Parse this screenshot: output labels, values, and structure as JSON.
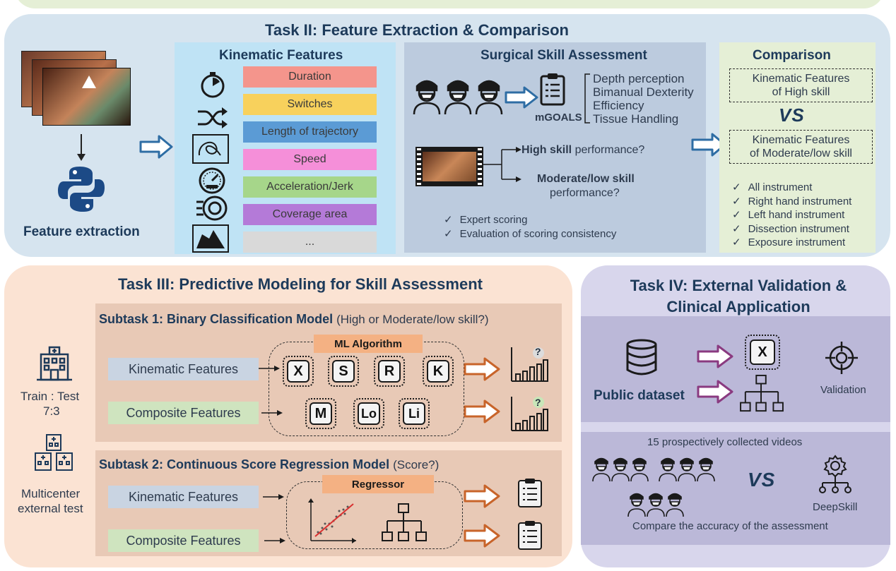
{
  "task2": {
    "title": "Task II: Feature Extraction & Comparison",
    "feature_extraction_label": "Feature extraction",
    "kinematic": {
      "title": "Kinematic Features",
      "features": [
        {
          "label": "Duration",
          "color": "#f4958c"
        },
        {
          "label": "Switches",
          "color": "#f8d15c"
        },
        {
          "label": "Length of trajectory",
          "color": "#5b9bd5"
        },
        {
          "label": "Speed",
          "color": "#f58fd9"
        },
        {
          "label": "Acceleration/Jerk",
          "color": "#a6d68a"
        },
        {
          "label": "Coverage area",
          "color": "#b47ad8"
        },
        {
          "label": "...",
          "color": "#d9d9d9"
        }
      ]
    },
    "assessment": {
      "title": "Surgical Skill Assessment",
      "tool_label": "mGOALS",
      "criteria": [
        "Depth perception",
        "Bimanual Dexterity",
        "Efficiency",
        "Tissue Handling"
      ],
      "high_bold": "High skill",
      "high_rest": " performance?",
      "mod_line1": "Moderate/low skill",
      "mod_line2": "performance?",
      "checks": [
        "Expert scoring",
        "Evaluation of scoring consistency"
      ]
    },
    "comparison": {
      "title": "Comparison",
      "high_box_line1": "Kinematic Features",
      "high_box_line2": "of High skill",
      "vs": "VS",
      "mod_box_line1": "Kinematic Features",
      "mod_box_line2": "of Moderate/low skill",
      "checks": [
        "All instrument",
        "Right hand instrument",
        "Left hand instrument",
        "Dissection instrument",
        "Exposure instrument"
      ]
    }
  },
  "task3": {
    "title": "Task III: Predictive Modeling for Skill Assessment",
    "train_test_line1": "Train : Test",
    "train_test_line2": "7:3",
    "multicenter_line1": "Multicenter",
    "multicenter_line2": "external test",
    "subtask1": {
      "title_bold": "Subtask 1: Binary Classification Model",
      "title_rest": "(High or Moderate/low skill?)",
      "algo_label": "ML Algorithm",
      "kinematic_label": "Kinematic Features",
      "composite_label": "Composite Features",
      "chips_row1": [
        "X",
        "S",
        "R",
        "K"
      ],
      "chips_row2": [
        "M",
        "Lo",
        "Li"
      ],
      "question_mark": "?"
    },
    "subtask2": {
      "title_bold": "Subtask 2: Continuous Score Regression Model",
      "title_rest": "(Score?)",
      "regressor_label": "Regressor",
      "kinematic_label": "Kinematic Features",
      "composite_label": "Composite Features"
    }
  },
  "task4": {
    "title_line1": "Task IV: External Validation &",
    "title_line2": "Clinical Application",
    "public_dataset": "Public dataset",
    "validation": "Validation",
    "chip_label": "X",
    "videos_label": "15 prospectively collected videos",
    "vs": "VS",
    "deepskill": "DeepSkill",
    "compare_label": "Compare the accuracy of the assessment"
  },
  "colors": {
    "task2_bg": "#d6e4ef",
    "task3_bg": "#fbe3d3",
    "task4_bg": "#d8d6ec",
    "arrow_blue": "#2e6da4",
    "arrow_orange": "#c8642a",
    "arrow_purple": "#8a3a80"
  }
}
